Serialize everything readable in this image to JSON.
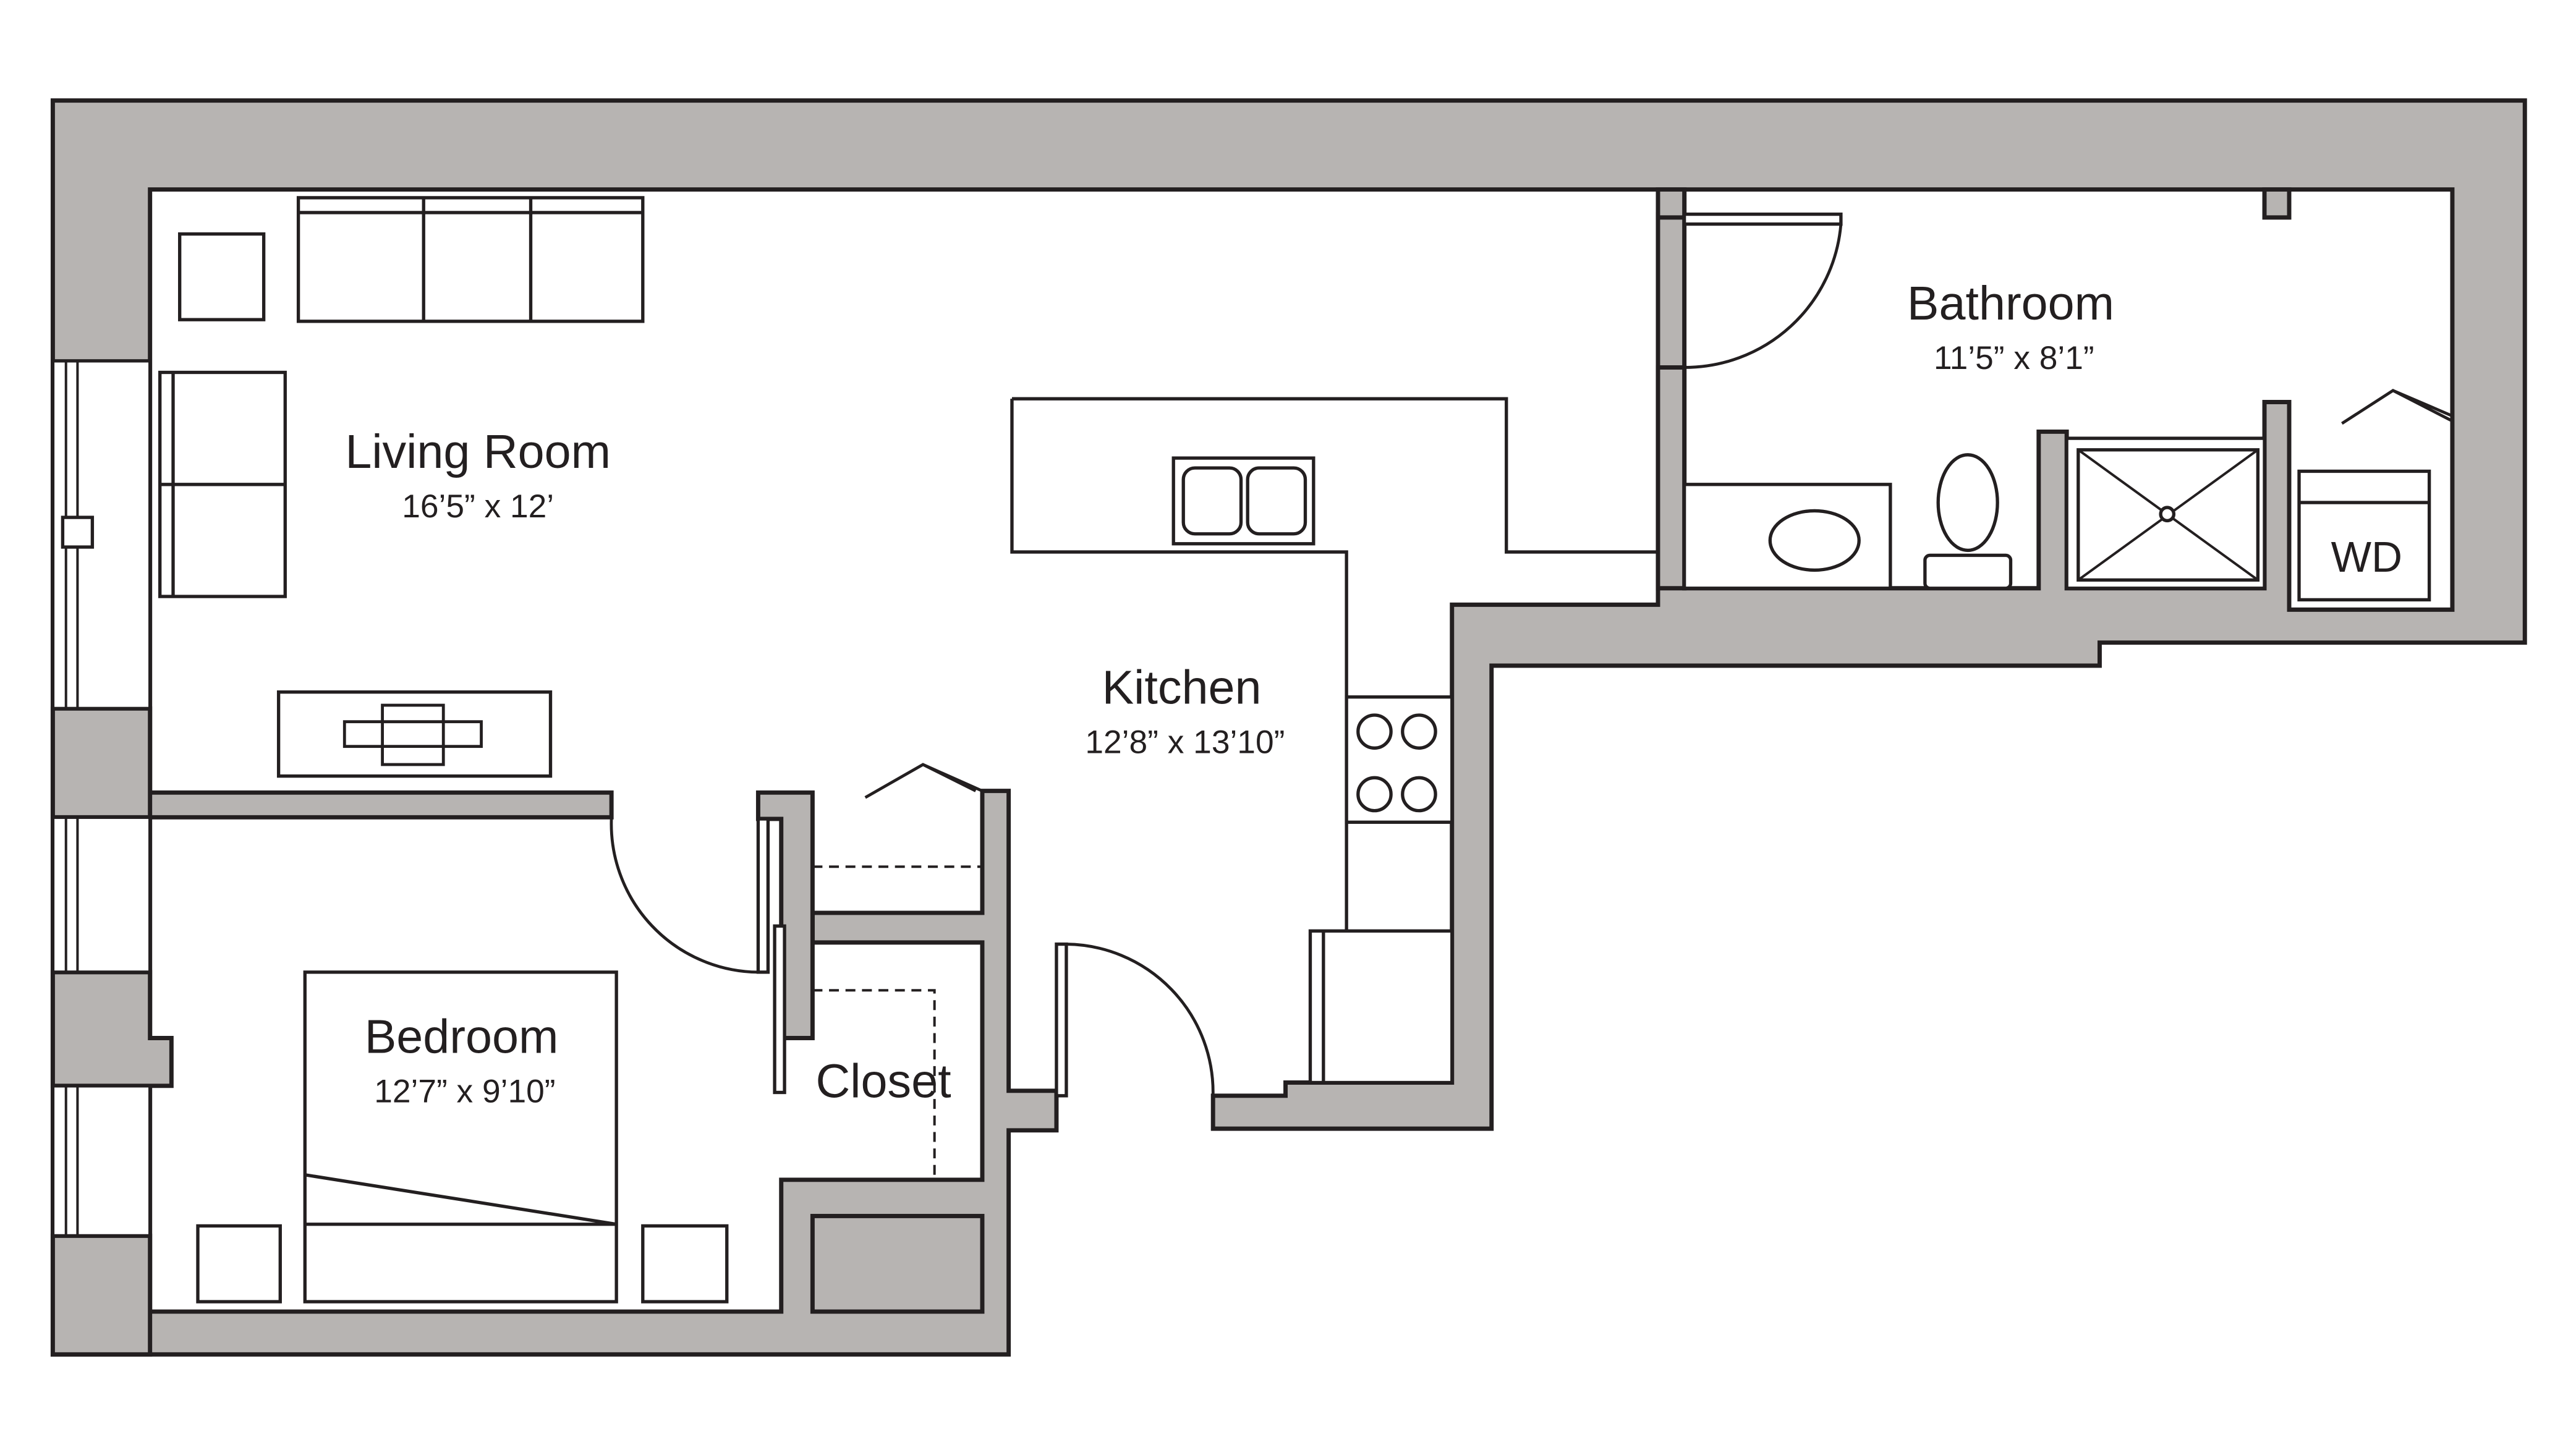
{
  "rooms": {
    "living_room": {
      "name": "Living Room",
      "dimensions": "16’5” x 12’"
    },
    "bathroom": {
      "name": "Bathroom",
      "dimensions": "11’5” x 8’1”"
    },
    "kitchen": {
      "name": "Kitchen",
      "dimensions": "12’8” x 13’10”"
    },
    "bedroom": {
      "name": "Bedroom",
      "dimensions": "12’7” x 9’10”"
    },
    "closet": {
      "name": "Closet"
    }
  },
  "appliances": {
    "washer_dryer_label": "WD"
  },
  "colors": {
    "wall_fill": "#b7b4b2",
    "line": "#231f20",
    "background": "#ffffff"
  }
}
